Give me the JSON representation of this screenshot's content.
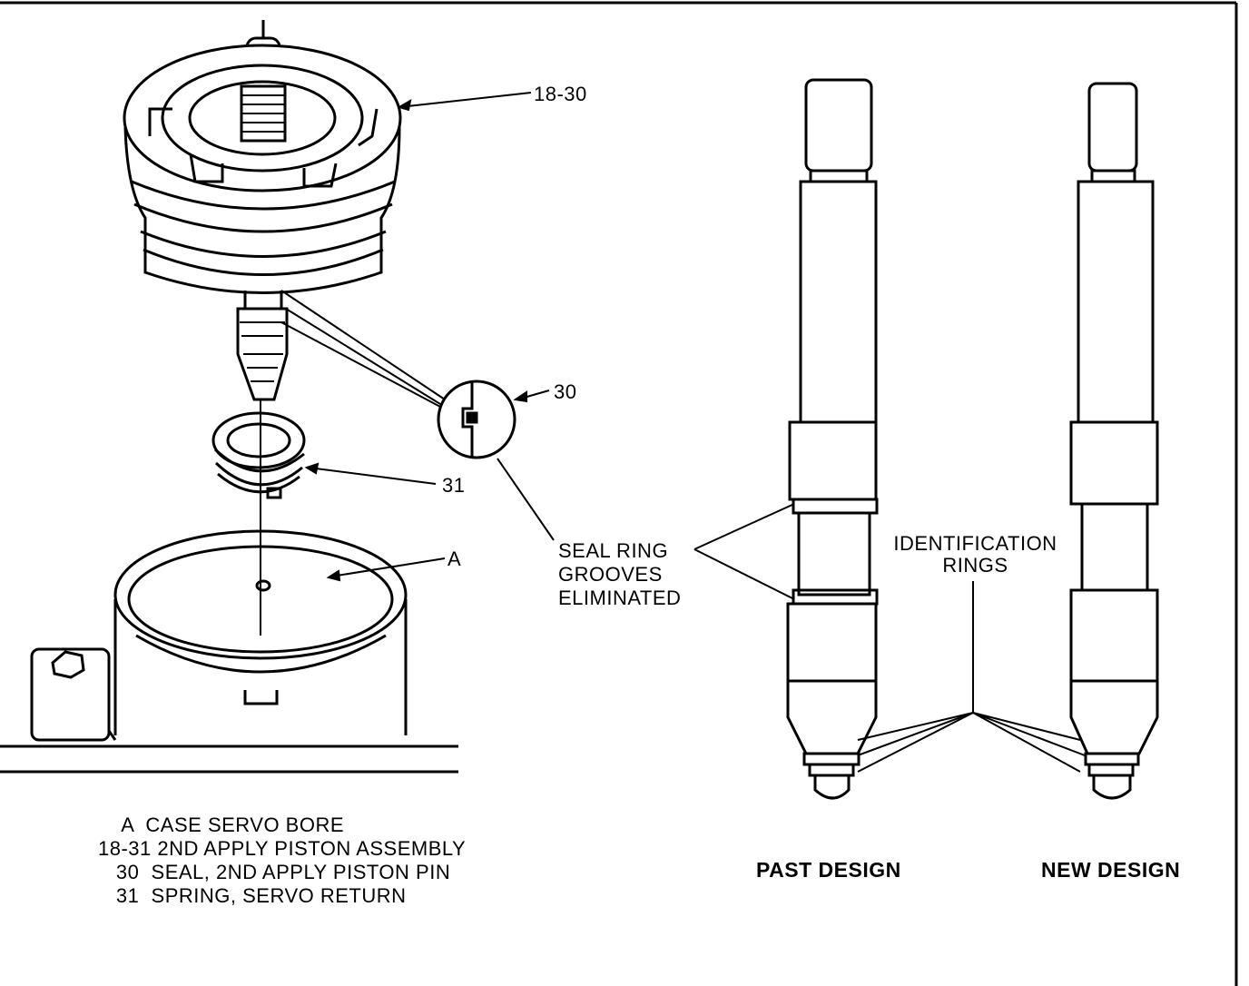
{
  "callouts": {
    "c18_30": "18-30",
    "c30": "30",
    "c31": "31",
    "cA": "A",
    "seal_ring": [
      "SEAL RING",
      "GROOVES",
      "ELIMINATED"
    ],
    "id_rings": [
      "IDENTIFICATION",
      "RINGS"
    ]
  },
  "captions": {
    "past": "PAST DESIGN",
    "new": "NEW DESIGN"
  },
  "legend": [
    "    A  CASE SERVO BORE",
    "18-31 2ND APPLY PISTON ASSEMBLY",
    "   30  SEAL, 2ND APPLY PISTON PIN",
    "   31  SPRING, SERVO RETURN"
  ]
}
